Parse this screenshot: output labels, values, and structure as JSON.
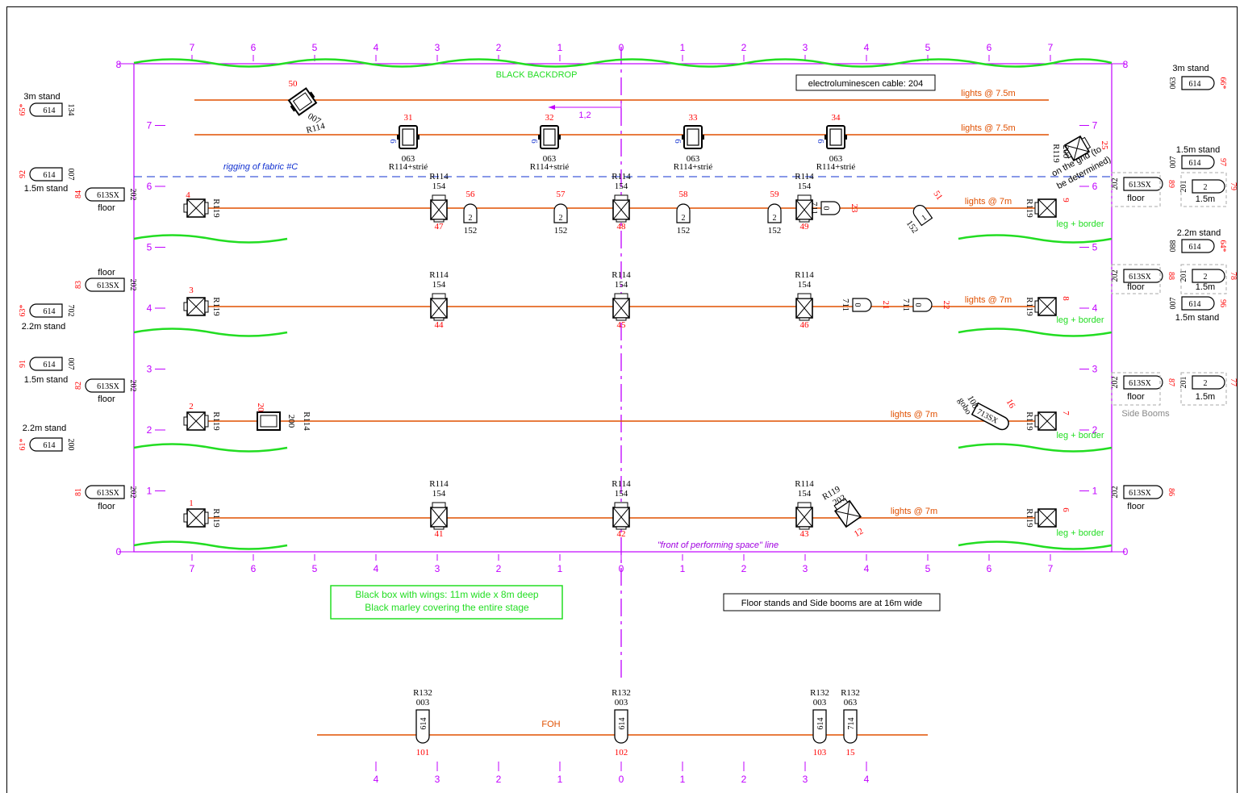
{
  "colors": {
    "magenta": "#c000ff",
    "pipe": "#e05000",
    "green": "#22dd22",
    "red": "#ff0000",
    "blue": "#1030d0",
    "black": "#000000",
    "grey": "#888888"
  },
  "labels": {
    "backdrop": "BLACK BACKDROP",
    "electro": "electroluminescen cable: 204",
    "rigging": "rigging of fabric #C",
    "grid_note_1": "on the grid (to",
    "grid_note_2": "be determined)",
    "front_line": "\"front of performing space\" line",
    "black_box_1": "Black box with wings: 11m wide x 8m deep",
    "black_box_2": "Black marley covering the entire stage",
    "floor_note": "Floor stands and Side booms are at 16m wide",
    "foh": "FOH",
    "side_booms": "Side Booms",
    "dim_12": "1,2"
  },
  "axes": {
    "top": [
      "7",
      "6",
      "5",
      "4",
      "3",
      "2",
      "1",
      "0",
      "1",
      "2",
      "3",
      "4",
      "5",
      "6",
      "7"
    ],
    "bottom": [
      "7",
      "6",
      "5",
      "4",
      "3",
      "2",
      "1",
      "0",
      "1",
      "2",
      "3",
      "4",
      "5",
      "6",
      "7"
    ],
    "foh": [
      "4",
      "3",
      "2",
      "1",
      "0",
      "1",
      "2",
      "3",
      "4"
    ],
    "left": [
      "0",
      "1",
      "2",
      "3",
      "4",
      "5",
      "6",
      "7",
      "8"
    ],
    "right": [
      "0",
      "1",
      "2",
      "3",
      "4",
      "5",
      "6",
      "7",
      "8"
    ]
  },
  "pipe_labels": [
    "lights @ 7.5m",
    "lights @ 7.5m",
    "lights @ 7m",
    "lights @ 7m",
    "lights @ 7m",
    "lights @ 7m"
  ],
  "legs": [
    "leg + border",
    "leg + border",
    "leg + border",
    "leg + border"
  ],
  "fixtures": [
    {
      "id": "50",
      "type": "fresnel",
      "top": "007",
      "side": "R114"
    },
    {
      "id": "31",
      "type": "cyc",
      "top": "063",
      "side": "R114+strié",
      "gobo": "6"
    },
    {
      "id": "32",
      "type": "cyc",
      "top": "063",
      "side": "R114+strié",
      "gobo": "6"
    },
    {
      "id": "33",
      "type": "cyc",
      "top": "063",
      "side": "R114+strié",
      "gobo": "6"
    },
    {
      "id": "34",
      "type": "cyc",
      "top": "063",
      "side": "R114+strié",
      "gobo": "6"
    },
    {
      "id": "25",
      "type": "pc",
      "side": "R119",
      "top": "200"
    },
    {
      "id": "4",
      "type": "pc",
      "side": "R119"
    },
    {
      "id": "47",
      "type": "pc",
      "side": "R114",
      "top": "154"
    },
    {
      "id": "56",
      "type": "par",
      "top": "2",
      "side": "152"
    },
    {
      "id": "57",
      "type": "par",
      "top": "2",
      "side": "152"
    },
    {
      "id": "48",
      "type": "pc",
      "side": "R114",
      "top": "154"
    },
    {
      "id": "58",
      "type": "par",
      "top": "2",
      "side": "152"
    },
    {
      "id": "59",
      "type": "par",
      "top": "2",
      "side": "152"
    },
    {
      "id": "49",
      "type": "pc",
      "side": "R114",
      "top": "154"
    },
    {
      "id": "23",
      "type": "par",
      "top": "0",
      "side": "711"
    },
    {
      "id": "51",
      "type": "par",
      "top": "1",
      "side": "152"
    },
    {
      "id": "9",
      "type": "pc",
      "side": "R119"
    },
    {
      "id": "3",
      "type": "pc",
      "side": "R119"
    },
    {
      "id": "44",
      "type": "pc",
      "side": "R114",
      "top": "154"
    },
    {
      "id": "45",
      "type": "pc",
      "side": "R114",
      "top": "154"
    },
    {
      "id": "46",
      "type": "pc",
      "side": "R114",
      "top": "154"
    },
    {
      "id": "21",
      "type": "par",
      "top": "0",
      "side": "711"
    },
    {
      "id": "22",
      "type": "par",
      "top": "0",
      "side": "711"
    },
    {
      "id": "8",
      "type": "pc",
      "side": "R119"
    },
    {
      "id": "2",
      "type": "pc",
      "side": "R119"
    },
    {
      "id": "20",
      "type": "fresnel",
      "side": "200",
      "top": "R114"
    },
    {
      "id": "16",
      "type": "profile",
      "top": "713SX",
      "side": "108",
      "gobo": "gobo"
    },
    {
      "id": "7",
      "type": "pc",
      "side": "R119"
    },
    {
      "id": "1",
      "type": "pc",
      "side": "R119"
    },
    {
      "id": "41",
      "type": "pc",
      "side": "R114",
      "top": "154"
    },
    {
      "id": "42",
      "type": "pc",
      "side": "R114",
      "top": "154"
    },
    {
      "id": "43",
      "type": "pc",
      "side": "R114",
      "top": "154"
    },
    {
      "id": "12",
      "type": "pc",
      "side": "R119",
      "top": "202"
    },
    {
      "id": "6",
      "type": "pc",
      "side": "R119"
    },
    {
      "id": "101",
      "type": "foh",
      "top": "R132",
      "mid": "003",
      "body": "614"
    },
    {
      "id": "102",
      "type": "foh",
      "top": "R132",
      "mid": "003",
      "body": "614"
    },
    {
      "id": "103",
      "type": "foh",
      "top": "R132",
      "mid": "003",
      "body": "614"
    },
    {
      "id": "15",
      "type": "foh",
      "top": "R132",
      "mid": "063",
      "body": "714"
    }
  ],
  "stands": [
    {
      "id": "65*",
      "body": "614",
      "gel": "134",
      "label": "3m stand"
    },
    {
      "id": "92",
      "body": "614",
      "gel": "007",
      "label": "1.5m stand"
    },
    {
      "id": "84",
      "body": "613SX",
      "gel": "202",
      "label": "floor"
    },
    {
      "id": "83",
      "body": "613SX",
      "gel": "202",
      "label": "floor"
    },
    {
      "id": "63*",
      "body": "614",
      "gel": "702",
      "label": "2.2m stand"
    },
    {
      "id": "91",
      "body": "614",
      "gel": "007",
      "label": "1.5m stand"
    },
    {
      "id": "82",
      "body": "613SX",
      "gel": "202",
      "label": "floor"
    },
    {
      "id": "61*",
      "body": "614",
      "gel": "200",
      "label": "2.2m stand"
    },
    {
      "id": "81",
      "body": "613SX",
      "gel": "202",
      "label": "floor"
    },
    {
      "id": "66*",
      "body": "614",
      "gel": "063",
      "label": "3m stand"
    },
    {
      "id": "97",
      "body": "614",
      "gel": "007",
      "label": "1.5m stand"
    },
    {
      "id": "89",
      "body": "613SX",
      "gel": "202",
      "label": "floor"
    },
    {
      "id": "79",
      "body": "2",
      "gel": "201",
      "label": "1.5m"
    },
    {
      "id": "64*",
      "body": "614",
      "gel": "088",
      "label": "2.2m stand"
    },
    {
      "id": "88",
      "body": "613SX",
      "gel": "202",
      "label": "floor"
    },
    {
      "id": "78",
      "body": "2",
      "gel": "201",
      "label": "1.5m"
    },
    {
      "id": "96",
      "body": "614",
      "gel": "007",
      "label": "1.5m stand"
    },
    {
      "id": "87",
      "body": "613SX",
      "gel": "202",
      "label": "floor"
    },
    {
      "id": "77",
      "body": "2",
      "gel": "201",
      "label": "1.5m"
    },
    {
      "id": "86",
      "body": "613SX",
      "gel": "202",
      "label": "floor"
    }
  ]
}
